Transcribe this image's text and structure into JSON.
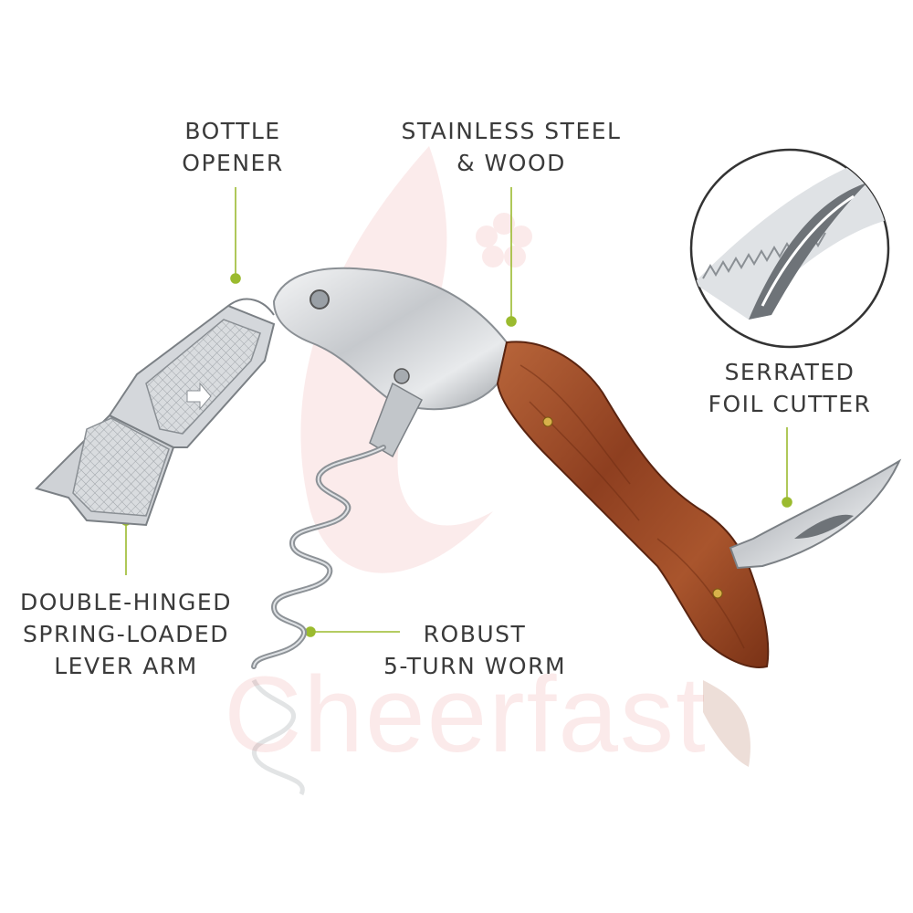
{
  "labels": {
    "bottle_opener": [
      "BOTTLE",
      "OPENER"
    ],
    "stainless_steel": [
      "STAINLESS STEEL",
      "& WOOD"
    ],
    "serrated_foil_cutter": [
      "SERRATED",
      "FOIL CUTTER"
    ],
    "lever_arm": [
      "DOUBLE-HINGED",
      "SPRING-LOADED",
      "LEVER ARM"
    ],
    "worm": [
      "ROBUST",
      "5-TURN WORM"
    ]
  },
  "watermark": "Cheerfast",
  "colors": {
    "text": "#3a3a3a",
    "leader": "#9bbb2f",
    "steel": "#c9ccd0",
    "wood": "#9a4a26",
    "watermark": "#e15a5a"
  }
}
